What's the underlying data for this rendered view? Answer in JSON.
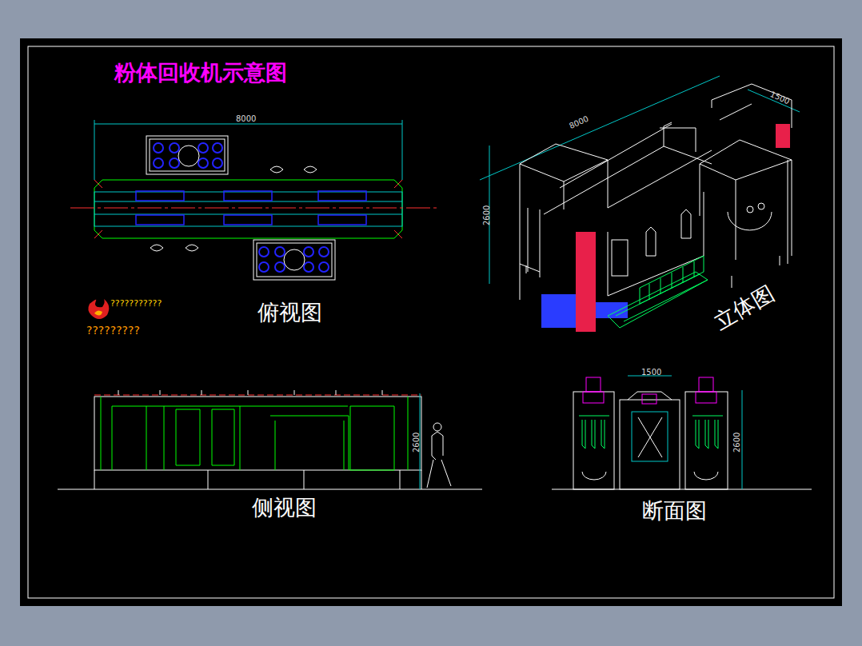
{
  "diagram": {
    "title": "粉体回收机示意图",
    "labels": [
      "8000",
      "俯视图",
      "8000",
      "1500",
      "2600",
      "立体图",
      "???????????",
      "?????????",
      "侧视图",
      "2600",
      "1500",
      "2600",
      "断面图"
    ]
  }
}
